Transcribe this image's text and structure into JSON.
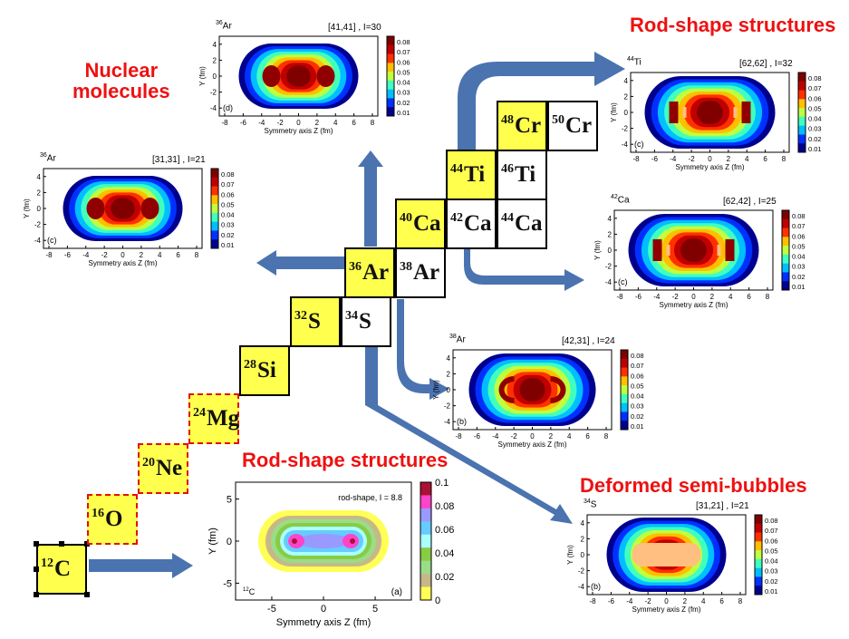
{
  "titles": {
    "nuclear_molecules": [
      "Nuclear",
      "molecules"
    ],
    "rod_top": "Rod-shape structures",
    "rod_bottom": "Rod-shape structures",
    "semi_bubbles": "Deformed semi-bubbles"
  },
  "chart": {
    "nuclei": [
      {
        "mass": "12",
        "sym": "C",
        "style": "yellow-selected"
      },
      {
        "mass": "16",
        "sym": "O",
        "style": "yellow-dashed"
      },
      {
        "mass": "20",
        "sym": "Ne",
        "style": "yellow-dashed"
      },
      {
        "mass": "24",
        "sym": "Mg",
        "style": "yellow-dashed"
      },
      {
        "mass": "28",
        "sym": "Si",
        "style": "yellow"
      },
      {
        "mass": "32",
        "sym": "S",
        "style": "yellow"
      },
      {
        "mass": "34",
        "sym": "S",
        "style": "white"
      },
      {
        "mass": "36",
        "sym": "Ar",
        "style": "yellow"
      },
      {
        "mass": "38",
        "sym": "Ar",
        "style": "white"
      },
      {
        "mass": "40",
        "sym": "Ca",
        "style": "yellow"
      },
      {
        "mass": "42",
        "sym": "Ca",
        "style": "white"
      },
      {
        "mass": "44",
        "sym": "Ca",
        "style": "white"
      },
      {
        "mass": "44",
        "sym": "Ti",
        "style": "yellow"
      },
      {
        "mass": "46",
        "sym": "Ti",
        "style": "white"
      },
      {
        "mass": "48",
        "sym": "Cr",
        "style": "yellow"
      },
      {
        "mass": "50",
        "sym": "Cr",
        "style": "white"
      }
    ]
  },
  "plots": [
    {
      "id": "ar36-d",
      "nucleus_mass": "36",
      "nucleus_sym": "Ar",
      "config": "[41,41] , I=30",
      "panel": "(d)",
      "xticks": [
        "-8",
        "-6",
        "-4",
        "-2",
        "0",
        "2",
        "4",
        "6",
        "8"
      ],
      "yticks": [
        "4",
        "2",
        "0",
        "-2",
        "-4"
      ],
      "xlabel": "Symmetry axis Z (fm)",
      "ylabel": "Y (fm)",
      "cbar": [
        "0.08",
        "0.07",
        "0.06",
        "0.05",
        "0.04",
        "0.03",
        "0.02",
        "0.01"
      ],
      "shape": "dumbbell"
    },
    {
      "id": "ar36-c",
      "nucleus_mass": "36",
      "nucleus_sym": "Ar",
      "config": "[31,31] , I=21",
      "panel": "(c)",
      "xticks": [
        "-8",
        "-6",
        "-4",
        "-2",
        "0",
        "2",
        "4",
        "6",
        "8"
      ],
      "yticks": [
        "4",
        "2",
        "0",
        "-2",
        "-4"
      ],
      "xlabel": "Symmetry axis Z (fm)",
      "ylabel": "Y (fm)",
      "cbar": [
        "0.08",
        "0.07",
        "0.06",
        "0.05",
        "0.04",
        "0.03",
        "0.02",
        "0.01"
      ],
      "shape": "dumbbell"
    },
    {
      "id": "ti44-c",
      "nucleus_mass": "44",
      "nucleus_sym": "Ti",
      "config": "[62,62] , I=32",
      "panel": "(c)",
      "xticks": [
        "-8",
        "-6",
        "-4",
        "-2",
        "0",
        "2",
        "4",
        "6",
        "8"
      ],
      "yticks": [
        "4",
        "2",
        "0",
        "-2",
        "-4"
      ],
      "xlabel": "Symmetry axis Z (fm)",
      "ylabel": "Y (fm)",
      "cbar": [
        "0.08",
        "0.07",
        "0.06",
        "0.05",
        "0.04",
        "0.03",
        "0.02",
        "0.01"
      ],
      "shape": "rod"
    },
    {
      "id": "ca42-c",
      "nucleus_mass": "42",
      "nucleus_sym": "Ca",
      "config": "[62,42] , I=25",
      "panel": "(c)",
      "xticks": [
        "-8",
        "-6",
        "-4",
        "-2",
        "0",
        "2",
        "4",
        "6",
        "8"
      ],
      "yticks": [
        "4",
        "2",
        "0",
        "-2",
        "-4"
      ],
      "xlabel": "Symmetry axis Z (fm)",
      "ylabel": "Y (fm)",
      "cbar": [
        "0.08",
        "0.07",
        "0.06",
        "0.05",
        "0.04",
        "0.03",
        "0.02",
        "0.01"
      ],
      "shape": "rod"
    },
    {
      "id": "ar38-b",
      "nucleus_mass": "38",
      "nucleus_sym": "Ar",
      "config": "[42,31] , I=24",
      "panel": "(b)",
      "xticks": [
        "-8",
        "-6",
        "-4",
        "-2",
        "0",
        "2",
        "4",
        "6",
        "8"
      ],
      "yticks": [
        "4",
        "2",
        "0",
        "-2",
        "-4"
      ],
      "xlabel": "Symmetry axis Z (fm)",
      "ylabel": "Y (fm)",
      "cbar": [
        "0.08",
        "0.07",
        "0.06",
        "0.05",
        "0.04",
        "0.03",
        "0.02",
        "0.01"
      ],
      "shape": "cshape"
    },
    {
      "id": "s34-b",
      "nucleus_mass": "34",
      "nucleus_sym": "S",
      "config": "[31,21] , I=21",
      "panel": "(b)",
      "xticks": [
        "-8",
        "-6",
        "-4",
        "-2",
        "0",
        "2",
        "4",
        "6",
        "8"
      ],
      "yticks": [
        "4",
        "2",
        "0",
        "-2",
        "-4"
      ],
      "xlabel": "Symmetry axis Z (fm)",
      "ylabel": "Y (fm)",
      "cbar": [
        "0.08",
        "0.07",
        "0.06",
        "0.05",
        "0.04",
        "0.03",
        "0.02",
        "0.01"
      ],
      "shape": "bubble"
    }
  ],
  "c12_plot": {
    "annotation": "rod-shape, I = 8.8",
    "nucleus_mass": "12",
    "nucleus_sym": "C",
    "panel": "(a)",
    "xticks": [
      "-5",
      "0",
      "5"
    ],
    "yticks": [
      "5",
      "0",
      "-5"
    ],
    "xlabel": "Symmetry axis Z (fm)",
    "ylabel": "Y (fm)",
    "cbar": [
      "0.1",
      "0.08",
      "0.06",
      "0.04",
      "0.02",
      "0"
    ]
  },
  "colors": {
    "title_red": "#ee1111",
    "arrow_blue": "#4a73b0",
    "cell_yellow": "#ffff4d",
    "jet": [
      "#00008f",
      "#0030ff",
      "#00bfff",
      "#40ffbf",
      "#bfff40",
      "#ffbf00",
      "#ff3000",
      "#c00000",
      "#800000"
    ],
    "c12_scale": [
      "#ffff55",
      "#c8b888",
      "#99dd88",
      "#88cc44",
      "#aaffff",
      "#66ccff",
      "#9999ff",
      "#ff44cc",
      "#aa1133"
    ]
  }
}
